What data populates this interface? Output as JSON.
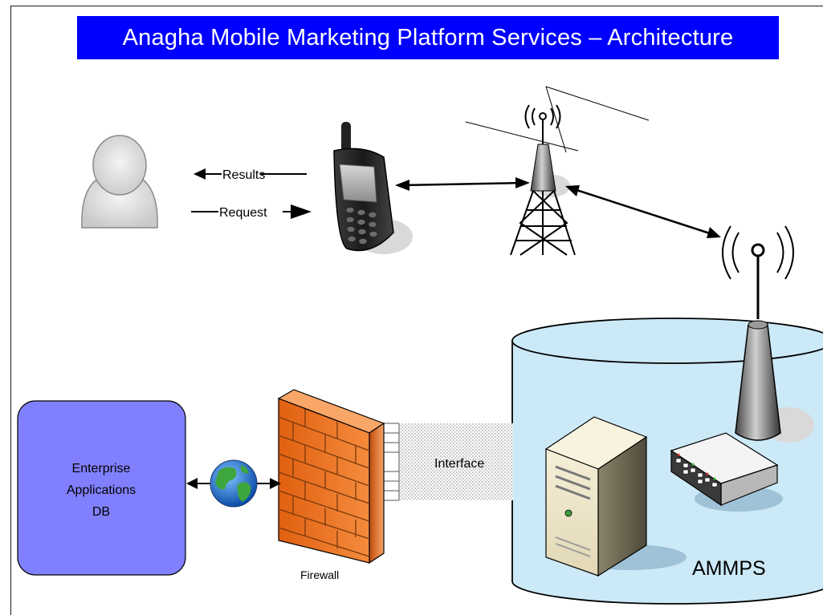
{
  "title": "Anagha Mobile Marketing Platform Services – Architecture",
  "labels": {
    "results": "Results",
    "request": "Request",
    "interface": "Interface",
    "firewall": "Firewall",
    "ammps": "AMMPS",
    "enterprise_line1": "Enterprise",
    "enterprise_line2": "Applications",
    "enterprise_line3": "DB"
  },
  "icons": {
    "user": "user-icon",
    "phone": "mobile-phone-icon",
    "tower": "cell-tower-icon",
    "antenna": "antenna-icon",
    "globe": "globe-icon",
    "firewall": "firewall-icon",
    "server": "server-icon",
    "switch": "network-switch-icon"
  },
  "colors": {
    "title_bg": "#0000ff",
    "title_text": "#ffffff",
    "enterprise_box": "#8080ff",
    "ammps_cylinder": "#cce9f7",
    "firewall": "#f07a2a"
  }
}
